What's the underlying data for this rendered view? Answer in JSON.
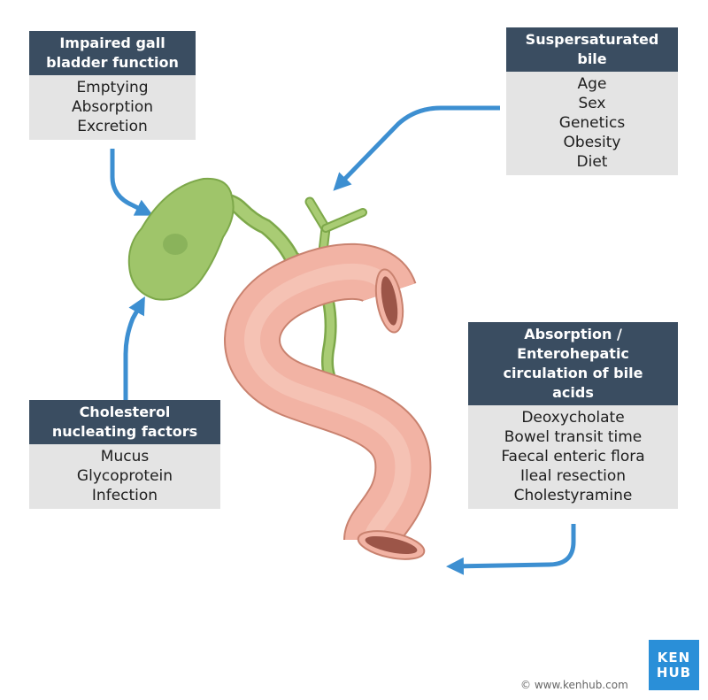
{
  "boxes": {
    "impaired": {
      "title": [
        "Impaired gall",
        "bladder function"
      ],
      "items": [
        "Emptying",
        "Absorption",
        "Excretion"
      ]
    },
    "supersaturated": {
      "title": [
        "Suspersaturated",
        "bile"
      ],
      "items": [
        "Age",
        "Sex",
        "Genetics",
        "Obesity",
        "Diet"
      ]
    },
    "absorption": {
      "title": [
        "Absorption /",
        "Enterohepatic",
        "circulation of bile",
        "acids"
      ],
      "items": [
        "Deoxycholate",
        "Bowel transit time",
        "Faecal enteric flora",
        "Ileal resection",
        "Cholestyramine"
      ]
    },
    "cholesterol": {
      "title": [
        "Cholesterol",
        "nucleating factors"
      ],
      "items": [
        "Mucus",
        "Glycoprotein",
        "Infection"
      ]
    }
  },
  "logo": [
    "KEN",
    "HUB"
  ],
  "copyright": "© www.kenhub.com",
  "colors": {
    "box_header": "#3a4d61",
    "box_body": "#e4e4e4",
    "arrow": "#3d8fd1",
    "gallbladder": "#9fc56a",
    "intestine": "#f2b3a4",
    "logo": "#2a8fd8"
  }
}
